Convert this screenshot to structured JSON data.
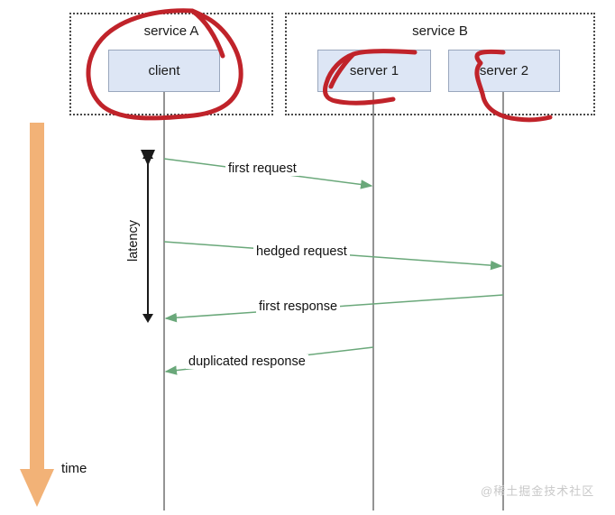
{
  "diagram": {
    "title_hidden": "",
    "type": "sequence-diagram",
    "colors": {
      "background": "#ffffff",
      "node_fill": "#dde6f5",
      "node_border": "#9aa7bd",
      "container_border": "#4a4a4a",
      "lifeline": "#7a7a7a",
      "message_arrow": "#6aa87a",
      "time_arrow": "#f2b277",
      "annotation": "#c0232a",
      "text": "#111111",
      "watermark": "#c9c9c9"
    }
  },
  "services": [
    {
      "name": "service-a",
      "label": "service A"
    },
    {
      "name": "service-b",
      "label": "service B"
    }
  ],
  "nodes": [
    {
      "name": "client",
      "label": "client",
      "service": "service A"
    },
    {
      "name": "server-1",
      "label": "server 1",
      "service": "service B"
    },
    {
      "name": "server-2",
      "label": "server 2",
      "service": "service B"
    }
  ],
  "messages": [
    {
      "name": "first-request",
      "label": "first request",
      "from": "client",
      "to": "server 1",
      "direction": "right"
    },
    {
      "name": "hedged-request",
      "label": "hedged request",
      "from": "client",
      "to": "server 2",
      "direction": "right"
    },
    {
      "name": "first-response",
      "label": "first response",
      "from": "server 2",
      "to": "client",
      "direction": "left"
    },
    {
      "name": "duplicated-response",
      "label": "duplicated response",
      "from": "server 1",
      "to": "client",
      "direction": "left"
    }
  ],
  "annotations": {
    "latency_label": "latency",
    "time_label": "time",
    "highlight_color": "#c0232a",
    "highlighted": [
      "client",
      "server 1",
      "server 2"
    ]
  },
  "watermark": {
    "text": "@稀土掘金技术社区"
  }
}
